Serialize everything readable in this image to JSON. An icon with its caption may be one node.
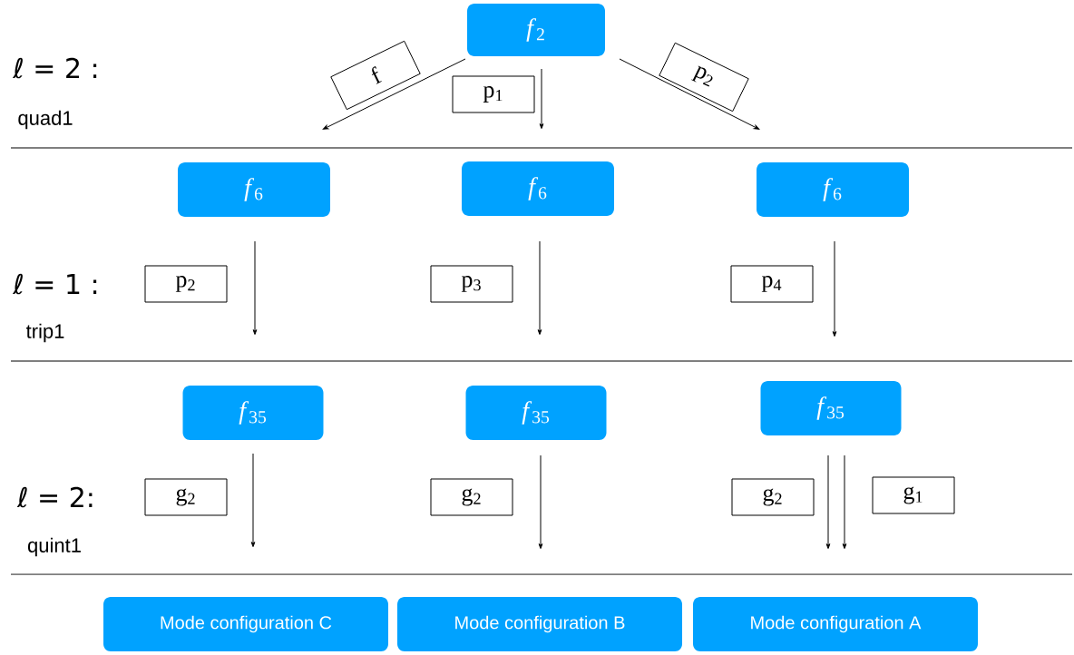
{
  "diagram": {
    "nodes": [
      {
        "text": [
          "*f*$_{2}$"
        ]
      },
      {
        "text": [
          "*f*$_{6}$"
        ]
      },
      {
        "text": [
          "*f*$_{6}$"
        ]
      },
      {
        "text": [
          "*f*$_{6}$"
        ]
      },
      {
        "text": [
          "*f*$_{35}$"
        ]
      },
      {
        "text": [
          "*f*$_{35}$"
        ]
      },
      {
        "text": [
          "*f*$_{35}$"
        ]
      },
      {
        "text": [
          "Mode configuration C"
        ]
      },
      {
        "text": [
          "Mode configuration B"
        ]
      },
      {
        "text": [
          "Mode configuration A"
        ]
      }
    ],
    "edges": [
      {
        "from": 0,
        "to": 1,
        "arrow": "to",
        "label": "f"
      },
      {
        "from": 0,
        "to": 2,
        "arrow": "to",
        "label": "p$_{1}$"
      },
      {
        "from": 0,
        "to": 3,
        "arrow": "to",
        "label": "p$_{2}$"
      },
      {
        "from": 1,
        "to": 4,
        "arrow": "to",
        "label": "p$_{2}$"
      },
      {
        "from": 2,
        "to": 5,
        "arrow": "to",
        "label": "p$_{3}$"
      },
      {
        "from": 3,
        "to": 6,
        "arrow": "to",
        "label": "p$_{4}$"
      },
      {
        "from": 4,
        "to": 7,
        "arrow": "to",
        "label": "g$_{2}$"
      },
      {
        "from": 5,
        "to": 8,
        "arrow": "to",
        "label": "g$_{2}$"
      },
      {
        "from": 6,
        "to": 9,
        "arrow": "to",
        "label": "g$_{2}$"
      },
      {
        "from": 6,
        "to": 9,
        "arrow": "to",
        "label": "g$_{1}$"
      }
    ],
    "labels": [
      "ℓ = 2 :",
      "quad1",
      "ℓ = 1 :",
      "trip1",
      "ℓ = 2:",
      "quint1"
    ]
  }
}
